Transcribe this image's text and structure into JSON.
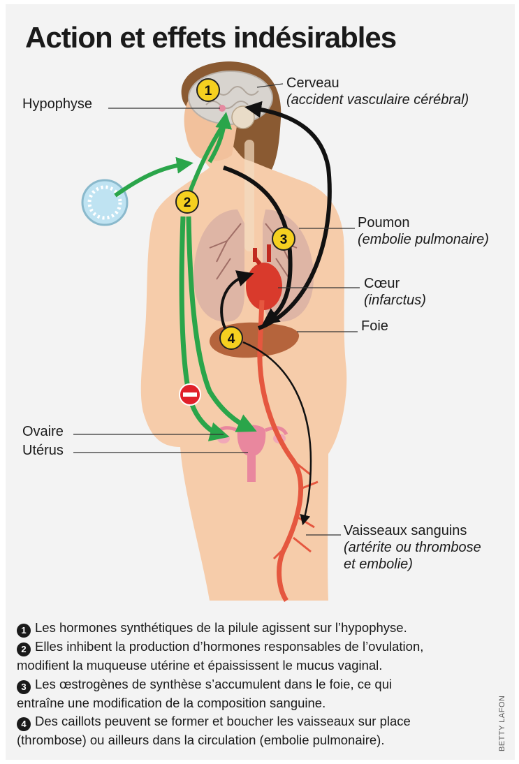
{
  "title": "Action et effets indésirables",
  "labels": {
    "hypophyse": "Hypophyse",
    "cerveau": "Cerveau",
    "cerveau_effect": "(accident vasculaire cérébral)",
    "poumon": "Poumon",
    "poumon_effect": "(embolie pulmonaire)",
    "coeur": "Cœur",
    "coeur_effect": "(infarctus)",
    "foie": "Foie",
    "ovaire": "Ovaire",
    "uterus": "Utérus",
    "vaisseaux": "Vaisseaux sanguins",
    "vaisseaux_effect_1": "(artérite ou thrombose",
    "vaisseaux_effect_2": "et embolie)"
  },
  "markers": [
    "1",
    "2",
    "3",
    "4"
  ],
  "legend": [
    {
      "num": "1",
      "lines": [
        "Les hormones synthétiques de la pilule agissent sur l’hypophyse."
      ]
    },
    {
      "num": "2",
      "lines": [
        "Elles inhibent la production d’hormones responsables de l’ovulation,",
        "modifient la muqueuse utérine et épaississent le mucus vaginal."
      ]
    },
    {
      "num": "3",
      "lines": [
        "Les œstrogènes de synthèse s’accumulent dans le foie, ce qui",
        "entraîne une modification de la composition sanguine."
      ]
    },
    {
      "num": "4",
      "lines": [
        "Des caillots peuvent se former et boucher les vaisseaux sur place",
        "(thrombose) ou ailleurs dans la circulation (embolie pulmonaire)."
      ]
    }
  ],
  "credit": "BETTY LAFON",
  "colors": {
    "green_arrow": "#2aa54a",
    "black_arrow": "#111111",
    "marker": "#f5d020",
    "skin": "#f6ccaa",
    "vessel": "#e5573f",
    "stop": "#e0202a"
  }
}
